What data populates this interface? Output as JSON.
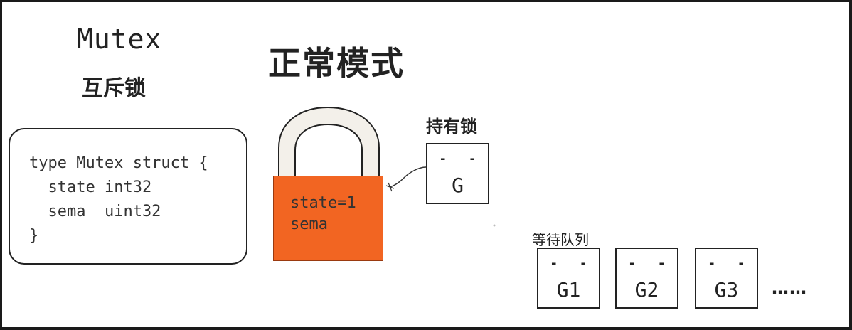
{
  "header": {
    "title_en": "Mutex",
    "title_cn": "互斥锁",
    "mode_title": "正常模式"
  },
  "code": {
    "lines": [
      "type Mutex struct {",
      "  state int32",
      "  sema  uint32",
      "}"
    ]
  },
  "lock": {
    "state_text": "state=1",
    "sema_text": "sema",
    "color": "#f26522"
  },
  "holder": {
    "label": "持有锁",
    "goroutine": "G",
    "eyes": "-"
  },
  "queue": {
    "label": "等待队列",
    "goroutines": [
      "G1",
      "G2",
      "G3"
    ],
    "ellipsis": "……"
  }
}
